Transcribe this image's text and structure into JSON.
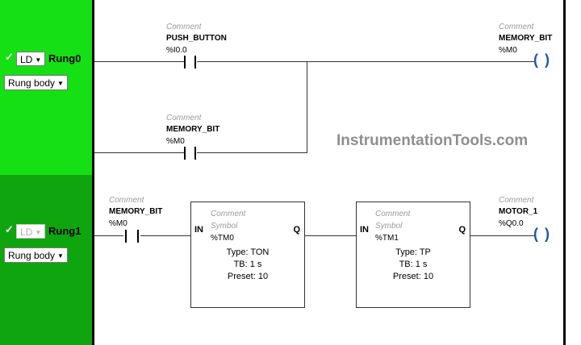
{
  "watermark": "InstrumentationTools.com",
  "rungs": [
    {
      "name": "Rung0",
      "language": "LD",
      "body_label": "Rung body",
      "contacts": [
        {
          "comment": "Comment",
          "symbol": "PUSH_BUTTON",
          "address": "%I0.0"
        },
        {
          "comment": "Comment",
          "symbol": "MEMORY_BIT",
          "address": "%M0"
        }
      ],
      "coil": {
        "comment": "Comment",
        "symbol": "MEMORY_BIT",
        "address": "%M0"
      }
    },
    {
      "name": "Rung1",
      "language": "LD",
      "body_label": "Rung body",
      "contact": {
        "comment": "Comment",
        "symbol": "MEMORY_BIT",
        "address": "%M0"
      },
      "blocks": [
        {
          "comment": "Comment",
          "symbol_label": "Symbol",
          "address": "%TM0",
          "in": "IN",
          "q": "Q",
          "type": "Type: TON",
          "tb": "TB: 1 s",
          "preset": "Preset: 10"
        },
        {
          "comment": "Comment",
          "symbol_label": "Symbol",
          "address": "%TM1",
          "in": "IN",
          "q": "Q",
          "type": "Type: TP",
          "tb": "TB: 1 s",
          "preset": "Preset: 10"
        }
      ],
      "coil": {
        "comment": "Comment",
        "symbol": "MOTOR_1",
        "address": "%Q0.0"
      }
    }
  ],
  "colors": {
    "rung0_bg": "#14e014",
    "rung1_bg": "#0fa50f",
    "coil": "#1c58a8"
  }
}
